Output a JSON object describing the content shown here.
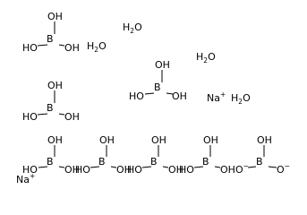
{
  "structure": {
    "atoms": {
      "oh": "OH",
      "ho": "HO",
      "b": "B",
      "o": "O"
    },
    "charges": {
      "plus": "+",
      "minus": "−"
    },
    "ions": {
      "sodium": "Na"
    },
    "water": {
      "h": "H",
      "sub": "2",
      "o": "O"
    },
    "boric_acid_count": 7,
    "water_count": 4,
    "sodium_count": 2,
    "borate_dianion_count": 1
  }
}
